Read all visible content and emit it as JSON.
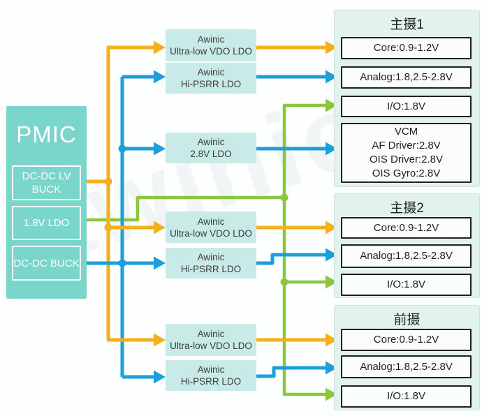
{
  "colors": {
    "yellow": "#F5AF1B",
    "blue": "#1C9FDC",
    "green": "#8CC63F",
    "pmic_teal": "#7AD5CA",
    "ldo_fill": "#C8EBE7",
    "panel_fill": "#E2F2EE"
  },
  "watermark": {
    "text": "awinic"
  },
  "pmic": {
    "title": "PMIC",
    "outputs": [
      {
        "label": "DC-DC LV BUCK",
        "wire_color": "yellow"
      },
      {
        "label": "1.8V LDO",
        "wire_color": "green"
      },
      {
        "label": "DC-DC BUCK",
        "wire_color": "blue"
      }
    ]
  },
  "ldos": [
    {
      "line1": "Awinic",
      "line2": "Ultra-low VDO LDO"
    },
    {
      "line1": "Awinic",
      "line2": "Hi-PSRR LDO"
    },
    {
      "line1": "Awinic",
      "line2": "2.8V LDO"
    },
    {
      "line1": "Awinic",
      "line2": "Ultra-low VDO LDO"
    },
    {
      "line1": "Awinic",
      "line2": "Hi-PSRR LDO"
    },
    {
      "line1": "Awinic",
      "line2": "Ultra-low VDO LDO"
    },
    {
      "line1": "Awinic",
      "line2": "Hi-PSRR LDO"
    }
  ],
  "cameras": [
    {
      "title": "主摄1",
      "rails": [
        "Core:0.9-1.2V",
        "Analog:1.8,2.5-2.8V",
        "I/O:1.8V"
      ],
      "vcm": [
        "VCM",
        "AF Driver:2.8V",
        "OIS Driver:2.8V",
        "OIS Gyro:2.8V"
      ]
    },
    {
      "title": "主摄2",
      "rails": [
        "Core:0.9-1.2V",
        "Analog:1.8,2.5-2.8V",
        "I/O:1.8V"
      ]
    },
    {
      "title": "前摄",
      "rails": [
        "Core:0.9-1.2V",
        "Analog:1.8,2.5-2.8V",
        "I/O:1.8V"
      ]
    }
  ]
}
